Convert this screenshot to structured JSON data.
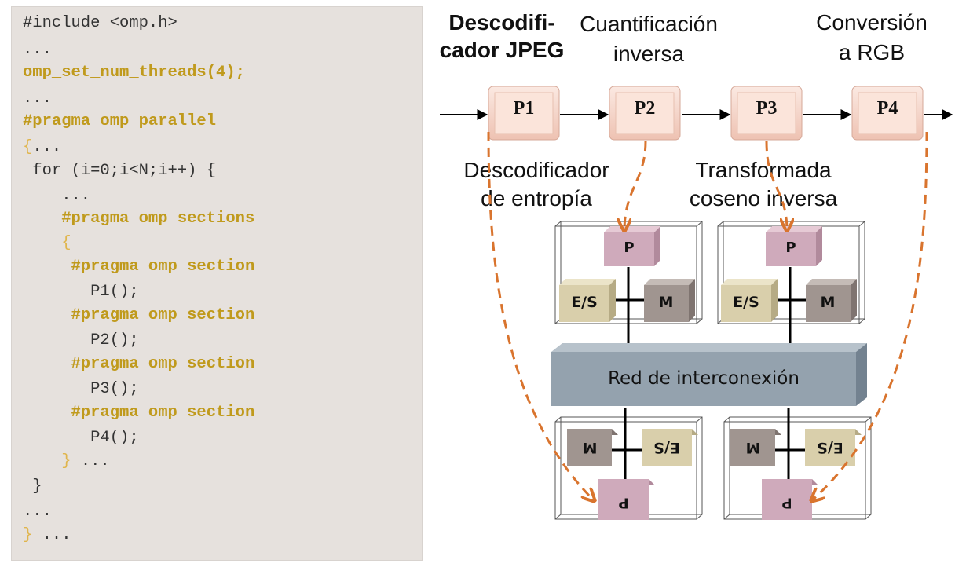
{
  "code": {
    "lines": [
      {
        "text": "#include <omp.h>",
        "style": "plain"
      },
      {
        "text": "...",
        "style": "plain"
      },
      {
        "text": "omp_set_num_threads(4);",
        "style": "hl"
      },
      {
        "text": "...",
        "style": "plain"
      },
      {
        "text": "#pragma omp parallel",
        "style": "hl"
      },
      {
        "text": "{",
        "style": "br",
        "rest": "..."
      },
      {
        "text": " for (i=0;i<N;i++) {",
        "style": "plain"
      },
      {
        "text": "    ...",
        "style": "plain"
      },
      {
        "text": "    #pragma omp sections",
        "style": "hl"
      },
      {
        "text": "    {",
        "style": "br"
      },
      {
        "text": "     #pragma omp section",
        "style": "hl"
      },
      {
        "text": "       P1();",
        "style": "plain"
      },
      {
        "text": "     #pragma omp section",
        "style": "hl"
      },
      {
        "text": "       P2();",
        "style": "plain"
      },
      {
        "text": "     #pragma omp section",
        "style": "hl"
      },
      {
        "text": "       P3();",
        "style": "plain"
      },
      {
        "text": "     #pragma omp section",
        "style": "hl"
      },
      {
        "text": "       P4();",
        "style": "plain"
      },
      {
        "text": "    }",
        "style": "br",
        "rest": " ..."
      },
      {
        "text": " }",
        "style": "plain"
      },
      {
        "text": "...",
        "style": "plain"
      },
      {
        "text": "}",
        "style": "br",
        "rest": " ..."
      }
    ]
  },
  "pipeline": {
    "title_line1": "Descodifi-",
    "title_line2": "cador JPEG",
    "stage2_line1": "Cuantificación",
    "stage2_line2": "inversa",
    "stage4_line1": "Conversión",
    "stage4_line2": "a RGB",
    "stage1_line1": "Descodificador",
    "stage1_line2": "de entropía",
    "stage3_line1": "Transformada",
    "stage3_line2": "coseno inversa",
    "processes": [
      "P1",
      "P2",
      "P3",
      "P4"
    ]
  },
  "hardware": {
    "network_label": "Red de interconexión",
    "processor_label": "P",
    "io_label": "E/S",
    "memory_label": "M"
  },
  "colors": {
    "code_bg": "#e6e1dd",
    "pragma": "#c09a1c",
    "brace": "#e0b54c",
    "arrow_dashed": "#d9742e",
    "network": "#94a2ae",
    "processor": "#cfaabb",
    "io": "#d9cfab",
    "memory": "#a09590",
    "process_box": "#f4d2c6"
  }
}
